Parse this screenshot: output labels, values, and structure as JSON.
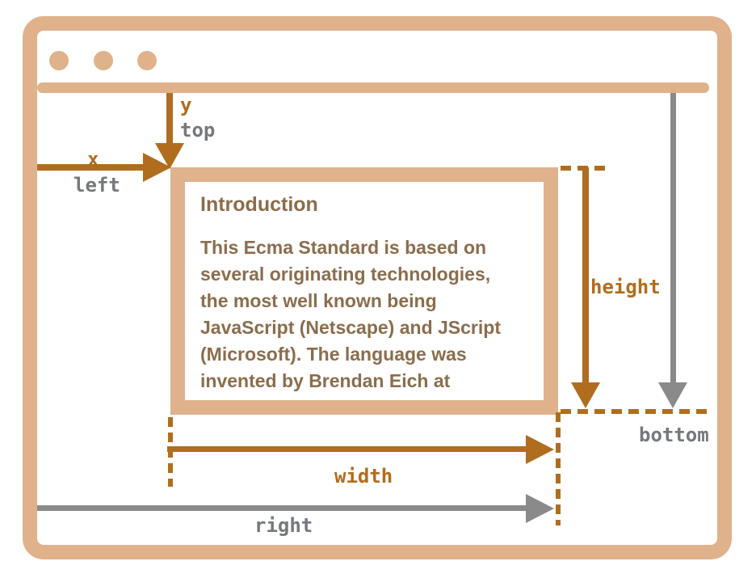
{
  "diagram": {
    "description": "Browser window diagram illustrating element bounding-box coordinates",
    "labels": {
      "y": "y",
      "top": "top",
      "x": "x",
      "left": "left",
      "height": "height",
      "bottom": "bottom",
      "width": "width",
      "right": "right"
    },
    "element_box": {
      "heading": "Introduction",
      "body": "This Ecma Standard is based on\nseveral originating technologies,\nthe most well known being\nJavaScript (Netscape) and JScript\n(Microsoft). The language was\ninvented by Brendan Eich at"
    },
    "colors": {
      "window_tan": "#dfb28b",
      "arrow_brown": "#b06d1e",
      "arrow_gray": "#8a8a8a",
      "label_gray": "#75787c",
      "text_brown": "#8b6d4c",
      "background": "#ffffff"
    }
  }
}
